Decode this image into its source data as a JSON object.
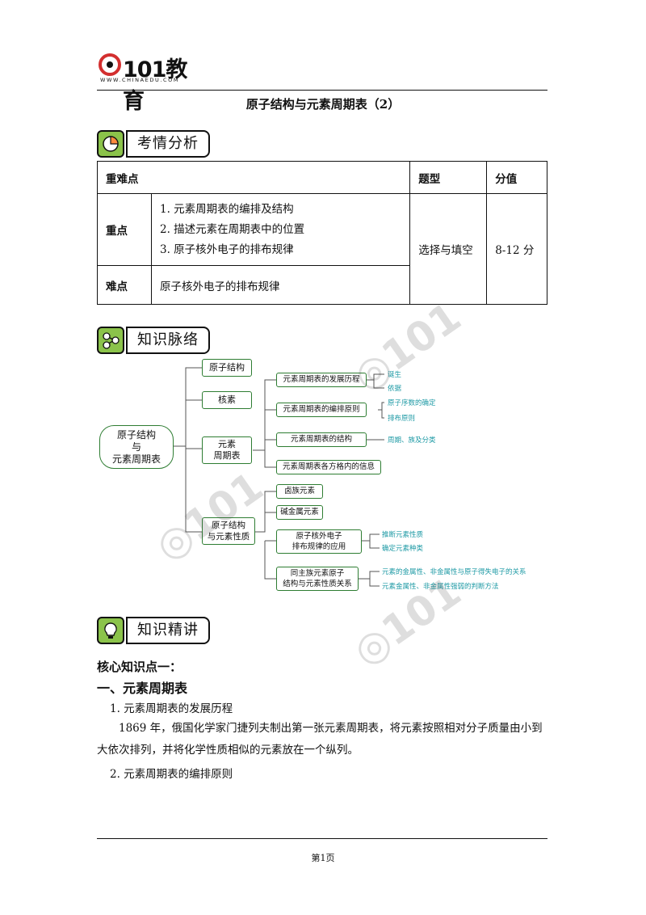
{
  "header": {
    "logo_text": "101教育",
    "logo_sub": "WWW.CHINAEDU.COM",
    "doc_title": "原子结构与元素周期表（2）"
  },
  "sections": {
    "analysis": "考情分析",
    "knowledge_map": "知识脉络",
    "knowledge_detail": "知识精讲"
  },
  "table": {
    "headers": [
      "重难点",
      "题型",
      "分值"
    ],
    "key_label": "重点",
    "key_points": [
      "1.  元素周期表的编排及结构",
      "2.  描述元素在周期表中的位置",
      "3.  原子核外电子的排布规律"
    ],
    "difficult_label": "难点",
    "difficult_point": "原子核外电子的排布规律",
    "question_type": "选择与填空",
    "score": "8-12 分"
  },
  "mindmap": {
    "root": "原子结构\n与\n元素周期表",
    "level1": [
      "原子结构",
      "核素",
      "元素\n周期表",
      "原子结构\n与元素性质"
    ],
    "table_children": [
      "元素周期表的发展历程",
      "元素周期表的编排原则",
      "元素周期表的结构",
      "元素周期表各方格内的信息"
    ],
    "property_children": [
      "卤族元素",
      "碱金属元素",
      "原子核外电子\n排布规律的应用",
      "同主族元素原子\n结构与元素性质关系"
    ],
    "leaves": {
      "history": [
        "诞生",
        "依据"
      ],
      "principle": [
        "原子序数的确定",
        "排布原则"
      ],
      "structure": [
        "周期、族及分类"
      ],
      "application": [
        "推断元素性质",
        "确定元素种类"
      ],
      "relation": [
        "元素的金属性、非金属性与原子得失电子的关系",
        "元素金属性、非金属性强弱的判断方法"
      ]
    }
  },
  "content": {
    "core_point": "核心知识点一：",
    "heading1": "一、元素周期表",
    "item1": "1.  元素周期表的发展历程",
    "para1": "1869 年，俄国化学家门捷列夫制出第一张元素周期表，将元素按照相对分子质量由小到大依次排列，并将化学性质相似的元素放在一个纵列。",
    "item2": "2.  元素周期表的编排原则"
  },
  "footer": {
    "page": "第1页"
  },
  "colors": {
    "accent_green": "#8bc34a",
    "node_border": "#2e7d32",
    "leaf_text": "#1e9aa5"
  }
}
